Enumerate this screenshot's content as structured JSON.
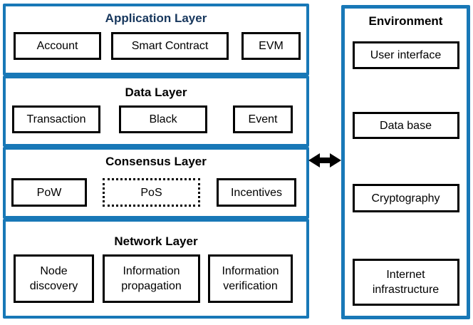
{
  "colors": {
    "frame_blue": "#1878b7",
    "app_title_navy": "#17375d",
    "box_black": "#000000"
  },
  "layers": [
    {
      "id": "application",
      "title": "Application Layer",
      "boxes": [
        "Account",
        "Smart Contract",
        "EVM"
      ]
    },
    {
      "id": "data",
      "title": "Data Layer",
      "boxes": [
        "Transaction",
        "Black",
        "Event"
      ]
    },
    {
      "id": "consensus",
      "title": "Consensus Layer",
      "boxes": [
        "PoW",
        "PoS",
        "Incentives"
      ],
      "dotted_box": "PoS"
    },
    {
      "id": "network",
      "title": "Network Layer",
      "boxes": [
        "Node\ndiscovery",
        "Information\npropagation",
        "Information\nverification"
      ]
    }
  ],
  "connector": {
    "icon": "double-headed-arrow",
    "color": "#000000"
  },
  "environment": {
    "title": "Environment",
    "boxes": [
      "User interface",
      "Data base",
      "Cryptography",
      "Internet\ninfrastructure"
    ]
  }
}
